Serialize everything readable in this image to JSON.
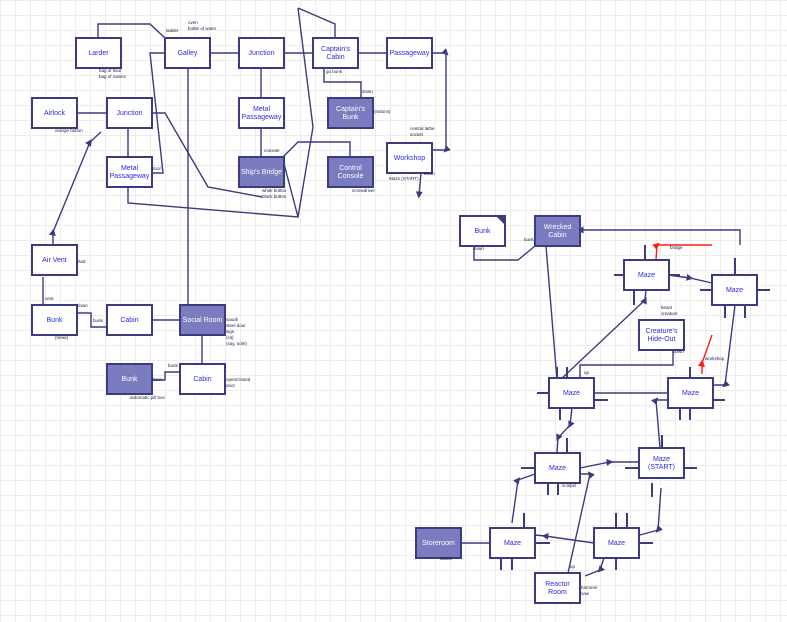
{
  "colors": {
    "line": "#3b3b80",
    "node_border": "#3b3b80",
    "node_fill": "#ffffff",
    "dark_fill": "#7b7bbf",
    "text_light": "#2b2bdd",
    "text_dark": "#ffffff",
    "red": "#ff1a1a",
    "grid": "#ececec"
  },
  "nodes": [
    {
      "id": "larder",
      "label": [
        "Larder"
      ],
      "dark": false
    },
    {
      "id": "galley",
      "label": [
        "Galley"
      ],
      "dark": false
    },
    {
      "id": "junction-top",
      "label": [
        "Junction"
      ],
      "dark": false
    },
    {
      "id": "captains-cabin",
      "label": [
        "Captain's",
        "Cabin"
      ],
      "dark": false
    },
    {
      "id": "passageway",
      "label": [
        "Passageway"
      ],
      "dark": false
    },
    {
      "id": "airlock",
      "label": [
        "Airlock"
      ],
      "dark": false
    },
    {
      "id": "junction-left",
      "label": [
        "Junction"
      ],
      "dark": false
    },
    {
      "id": "metal-passageway-top",
      "label": [
        "Metal",
        "Passageway"
      ],
      "dark": false
    },
    {
      "id": "captains-bunk",
      "label": [
        "Captain's",
        "Bunk"
      ],
      "dark": true
    },
    {
      "id": "metal-passageway-left",
      "label": [
        "Metal",
        "Passageway"
      ],
      "dark": false
    },
    {
      "id": "ships-bridge",
      "label": [
        "Ship's Bridge"
      ],
      "dark": true
    },
    {
      "id": "control-console",
      "label": [
        "Control",
        "Console"
      ],
      "dark": true
    },
    {
      "id": "workshop",
      "label": [
        "Workshop"
      ],
      "dark": false
    },
    {
      "id": "air-vent",
      "label": [
        "Air Vent"
      ],
      "dark": false
    },
    {
      "id": "bunk-left",
      "label": [
        "Bunk"
      ],
      "dark": false
    },
    {
      "id": "cabin-mid",
      "label": [
        "Cabin"
      ],
      "dark": false
    },
    {
      "id": "social-room",
      "label": [
        "Social Room"
      ],
      "dark": true
    },
    {
      "id": "bunk-dark",
      "label": [
        "Bunk"
      ],
      "dark": true
    },
    {
      "id": "cabin-bottom",
      "label": [
        "Cabin"
      ],
      "dark": false
    },
    {
      "id": "bunk-right",
      "label": [
        "Bunk"
      ],
      "dark": false,
      "dogear": true
    },
    {
      "id": "wrecked-cabin",
      "label": [
        "Wrecked",
        "Cabin"
      ],
      "dark": true
    },
    {
      "id": "maze-a",
      "label": [
        "Maze"
      ],
      "dark": false
    },
    {
      "id": "maze-b",
      "label": [
        "Maze"
      ],
      "dark": false
    },
    {
      "id": "creatures-hideout",
      "label": [
        "Creature's",
        "Hide-Out"
      ],
      "dark": false
    },
    {
      "id": "maze-c",
      "label": [
        "Maze"
      ],
      "dark": false
    },
    {
      "id": "maze-d",
      "label": [
        "Maze"
      ],
      "dark": false
    },
    {
      "id": "maze-e",
      "label": [
        "Maze"
      ],
      "dark": false
    },
    {
      "id": "maze-start",
      "label": [
        "Maze",
        "(START)"
      ],
      "dark": false
    },
    {
      "id": "storeroom",
      "label": [
        "Storeroom"
      ],
      "dark": true
    },
    {
      "id": "maze-f",
      "label": [
        "Maze"
      ],
      "dark": false
    },
    {
      "id": "maze-g",
      "label": [
        "Maze"
      ],
      "dark": false
    },
    {
      "id": "reactor-room",
      "label": [
        "Reactor",
        "Room"
      ],
      "dark": false
    }
  ],
  "notes": [
    {
      "id": "note-ladder",
      "text": [
        "ladder"
      ]
    },
    {
      "id": "note-oven",
      "text": [
        "oven",
        "bottle of water"
      ]
    },
    {
      "id": "note-larder-items",
      "text": [
        "bag of flour",
        "bag of raisins"
      ]
    },
    {
      "id": "note-orange-button",
      "text": [
        "orange button"
      ]
    },
    {
      "id": "note-go-bunk",
      "text": [
        "go bunk"
      ]
    },
    {
      "id": "note-down-captain",
      "text": [
        "down"
      ]
    },
    {
      "id": "note-rations",
      "text": [
        "(rations)"
      ]
    },
    {
      "id": "note-door",
      "text": [
        "door"
      ]
    },
    {
      "id": "note-console",
      "text": [
        "console"
      ]
    },
    {
      "id": "note-bridge-buttons",
      "text": [
        "white button",
        "black button"
      ]
    },
    {
      "id": "note-screwdriver",
      "text": [
        "screwdriver"
      ]
    },
    {
      "id": "note-workshop-items",
      "text": [
        "central lathe",
        "socket"
      ]
    },
    {
      "id": "note-maze-start",
      "text": [
        "Maze (START)"
      ]
    },
    {
      "id": "note-workshop-down",
      "text": [
        "down"
      ]
    },
    {
      "id": "note-dust",
      "text": [
        "dust"
      ]
    },
    {
      "id": "note-vent",
      "text": [
        "vent"
      ]
    },
    {
      "id": "note-down-bunk",
      "text": [
        "down"
      ]
    },
    {
      "id": "note-bunk-cabin",
      "text": [
        "bunk"
      ]
    },
    {
      "id": "note-head",
      "text": [
        "(head)"
      ]
    },
    {
      "id": "note-social-items",
      "text": [
        "sauah",
        "steel door",
        "sign",
        "(sit)",
        "(say, note)"
      ]
    },
    {
      "id": "note-bunk-cabin2",
      "text": [
        "bunk"
      ]
    },
    {
      "id": "note-down-dark-bunk",
      "text": [
        "down"
      ]
    },
    {
      "id": "note-automatic-pills",
      "text": [
        "automatic pill box"
      ]
    },
    {
      "id": "note-open-closed",
      "text": [
        "open/closed",
        "door"
      ]
    },
    {
      "id": "note-bunk-wrecked",
      "text": [
        "bunk"
      ]
    },
    {
      "id": "note-down-bunk-right",
      "text": [
        "down"
      ]
    },
    {
      "id": "note-bridge-red",
      "text": [
        "bridge"
      ]
    },
    {
      "id": "note-creature",
      "text": [
        "beast",
        "creature"
      ]
    },
    {
      "id": "note-hideout-down",
      "text": [
        "down"
      ]
    },
    {
      "id": "note-workshop-red",
      "text": [
        "workshop"
      ]
    },
    {
      "id": "note-up-maze",
      "text": [
        "up"
      ]
    },
    {
      "id": "note-scalpel",
      "text": [
        "scalpel"
      ]
    },
    {
      "id": "note-ladder-store",
      "text": [
        "ladder"
      ]
    },
    {
      "id": "note-up-reactor",
      "text": [
        "up"
      ]
    },
    {
      "id": "note-hammer",
      "text": [
        "hammer",
        "saw"
      ]
    }
  ]
}
